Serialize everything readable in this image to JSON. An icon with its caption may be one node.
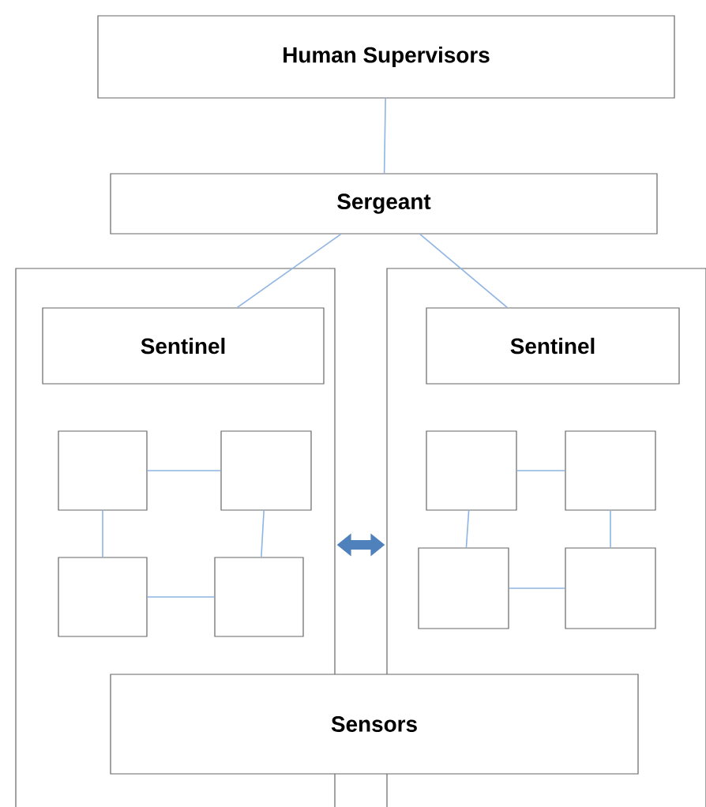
{
  "diagram": {
    "nodes": [
      {
        "text": [
          "Human Supervisors"
        ]
      },
      {
        "text": [
          "Sergeant"
        ]
      },
      {
        "text": [],
        "shape": "box"
      },
      {
        "text": [
          "Sentinel"
        ],
        "in": 2
      },
      {
        "text": [],
        "shape": "box",
        "in": 2
      },
      {
        "text": [],
        "shape": "box",
        "in": 2
      },
      {
        "text": [],
        "shape": "box",
        "in": 2
      },
      {
        "text": [],
        "shape": "box",
        "in": 2
      },
      {
        "text": [],
        "shape": "box"
      },
      {
        "text": [
          "Sentinel"
        ],
        "in": 8
      },
      {
        "text": [],
        "shape": "box",
        "in": 8
      },
      {
        "text": [],
        "shape": "box",
        "in": 8
      },
      {
        "text": [],
        "shape": "box",
        "in": 8
      },
      {
        "text": [],
        "shape": "box",
        "in": 8
      },
      {
        "text": [
          "Sensors"
        ]
      }
    ],
    "edges": [
      {
        "from": 0,
        "to": 1,
        "arrow": "none"
      },
      {
        "from": 1,
        "to": 3,
        "arrow": "none"
      },
      {
        "from": 1,
        "to": 9,
        "arrow": "none"
      },
      {
        "from": 4,
        "to": 5,
        "arrow": "none"
      },
      {
        "from": 4,
        "to": 6,
        "arrow": "none"
      },
      {
        "from": 5,
        "to": 7,
        "arrow": "none"
      },
      {
        "from": 6,
        "to": 7,
        "arrow": "none"
      },
      {
        "from": 10,
        "to": 11,
        "arrow": "none"
      },
      {
        "from": 10,
        "to": 12,
        "arrow": "none"
      },
      {
        "from": 11,
        "to": 13,
        "arrow": "none"
      },
      {
        "from": 12,
        "to": 13,
        "arrow": "none"
      },
      {
        "from": 2,
        "to": 8,
        "arrow": "both",
        "style": "thick",
        "color": "#4f81bd"
      }
    ]
  }
}
